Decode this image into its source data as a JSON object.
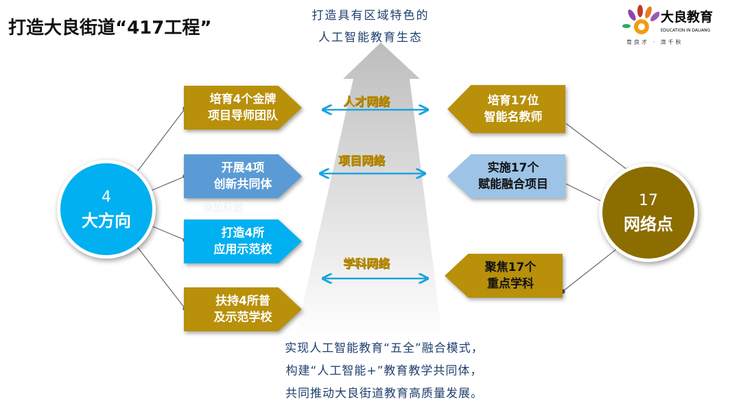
{
  "title": "打造大良街道“417工程”",
  "top_text": [
    "打造具有区域特色的",
    "人工智能教育生态"
  ],
  "logo": {
    "name": "大良教育",
    "sub": "EDUCATION IN DALIANG",
    "motto": "育良才 · 濟千秋"
  },
  "left_circle": {
    "number": "4",
    "label": "大方向"
  },
  "right_circle": {
    "number": "17",
    "label": "网络点"
  },
  "left_boxes": [
    {
      "l1": "培育4个金牌",
      "l2": "项目导师团队",
      "color": "#b8900a"
    },
    {
      "l1": "开展4项",
      "l2": "创新共同体",
      "color": "#5b9bd5"
    },
    {
      "l1": "打造4所",
      "l2": "应用示范校",
      "color": "#00b0f0"
    },
    {
      "l1": "扶持4所普",
      "l2": "及示范学校",
      "color": "#b8900a"
    }
  ],
  "right_boxes": [
    {
      "l1": "培育17位",
      "l2": "智能名教师",
      "color": "#b8900a"
    },
    {
      "l1": "实施17个",
      "l2": "赋能融合项目",
      "color": "#9dc3e6"
    },
    {
      "l1": "聚焦17个",
      "l2": "重点学科",
      "color": "#b8900a"
    }
  ],
  "networks": [
    "人才网络",
    "项目网络",
    "学科网络"
  ],
  "placeholder": "添加标题",
  "bottom_text": [
    "实现人工智能教育“五全”融合模式，",
    "构建“人工智能+”教育教学共同体，",
    "共同推动大良街道教育高质量发展。"
  ]
}
